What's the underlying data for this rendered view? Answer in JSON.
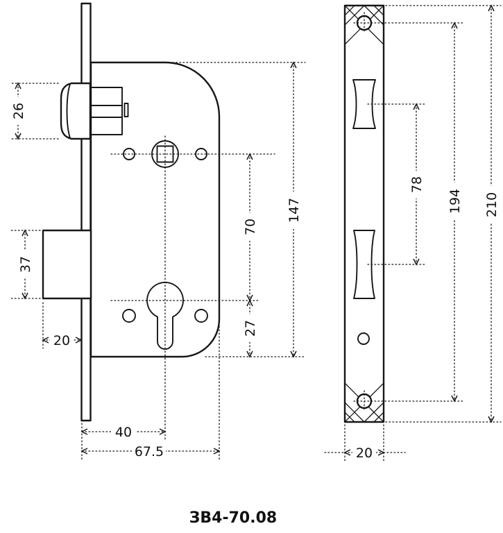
{
  "title": "ЗВ4-70.08",
  "side_view": {
    "latch_height": "26",
    "deadbolt_height": "37",
    "deadbolt_throw": "20",
    "spindle_to_cylinder": "70",
    "cylinder_to_bottom": "27",
    "case_height": "147",
    "backset": "40",
    "case_depth": "67.5"
  },
  "front_view": {
    "latch_to_deadbolt": "78",
    "screw_spacing": "194",
    "plate_length": "210",
    "plate_width": "20"
  }
}
